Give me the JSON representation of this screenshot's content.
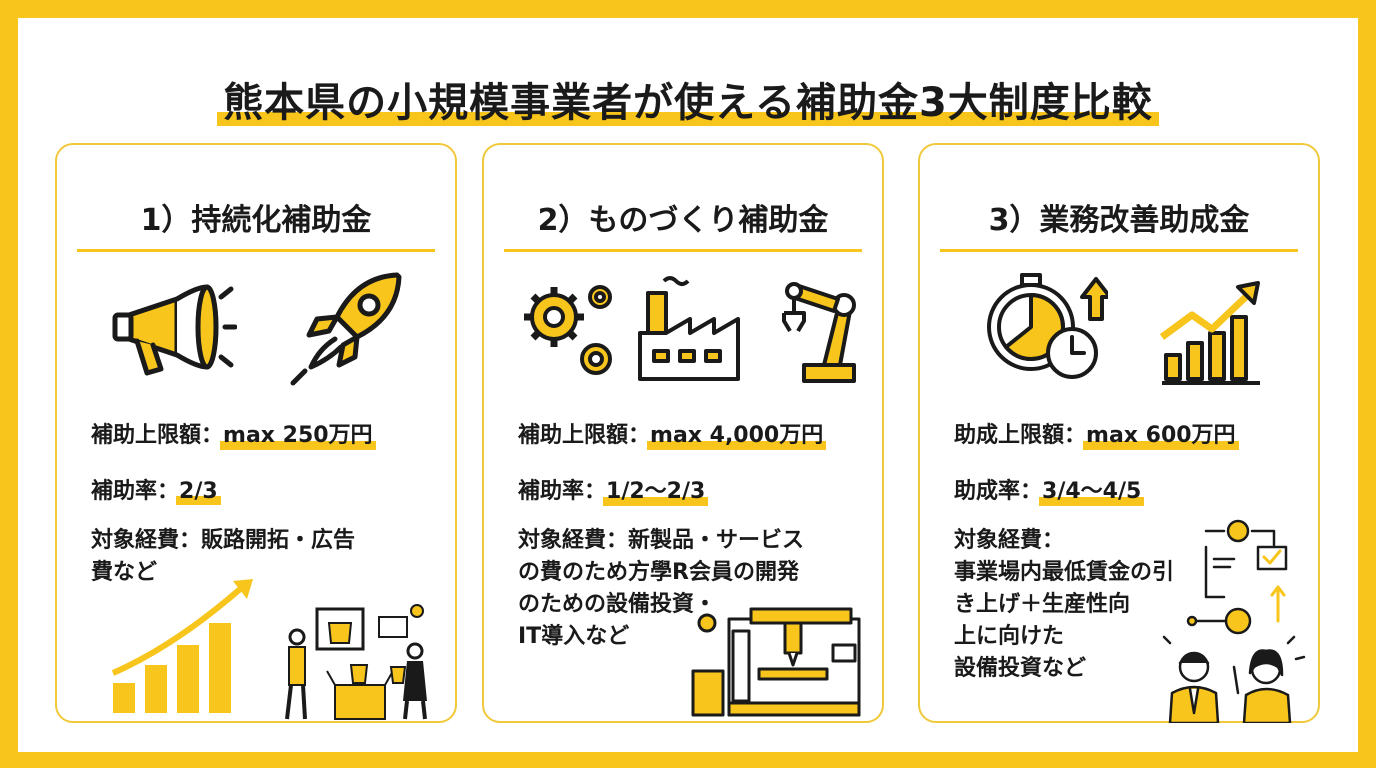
{
  "title": "熊本県の小規模事業者が使える補助金3大制度比較",
  "colors": {
    "accent": "#F7C51B",
    "text": "#1a1a1a",
    "card_border": "#F0C93A"
  },
  "cards": [
    {
      "heading": "1）持続化補助金",
      "icons": [
        "megaphone-icon",
        "rocket-icon"
      ],
      "limit_label": "補助上限額：",
      "limit_value": "max 250万円",
      "rate_label": "補助率：",
      "rate_value": "2/3",
      "expense_lines": [
        "対象経費：販路開拓・広告",
        "費など"
      ]
    },
    {
      "heading": "2）ものづくり補助金",
      "icons": [
        "gears-icon",
        "factory-icon",
        "robot-arm-icon"
      ],
      "limit_label": "補助上限額：",
      "limit_value": "max 4,000万円",
      "rate_label": "補助率：",
      "rate_value": "1/2〜2/3",
      "expense_lines": [
        "対象経費：新製品・サービス",
        "の費のため方學R会員の開発",
        "のための設備投資・",
        "IT導入など"
      ]
    },
    {
      "heading": "3）業務改善助成金",
      "icons": [
        "stopwatch-icon",
        "rising-chart-icon"
      ],
      "limit_label": "助成上限額：",
      "limit_value": "max 600万円",
      "rate_label": "助成率：",
      "rate_value": "3/4〜4/5",
      "expense_lines": [
        "対象経費：",
        "事業場内最低賃金の引",
        "き上げ＋生産性向",
        "上に向けた",
        "設備投資など"
      ]
    }
  ]
}
